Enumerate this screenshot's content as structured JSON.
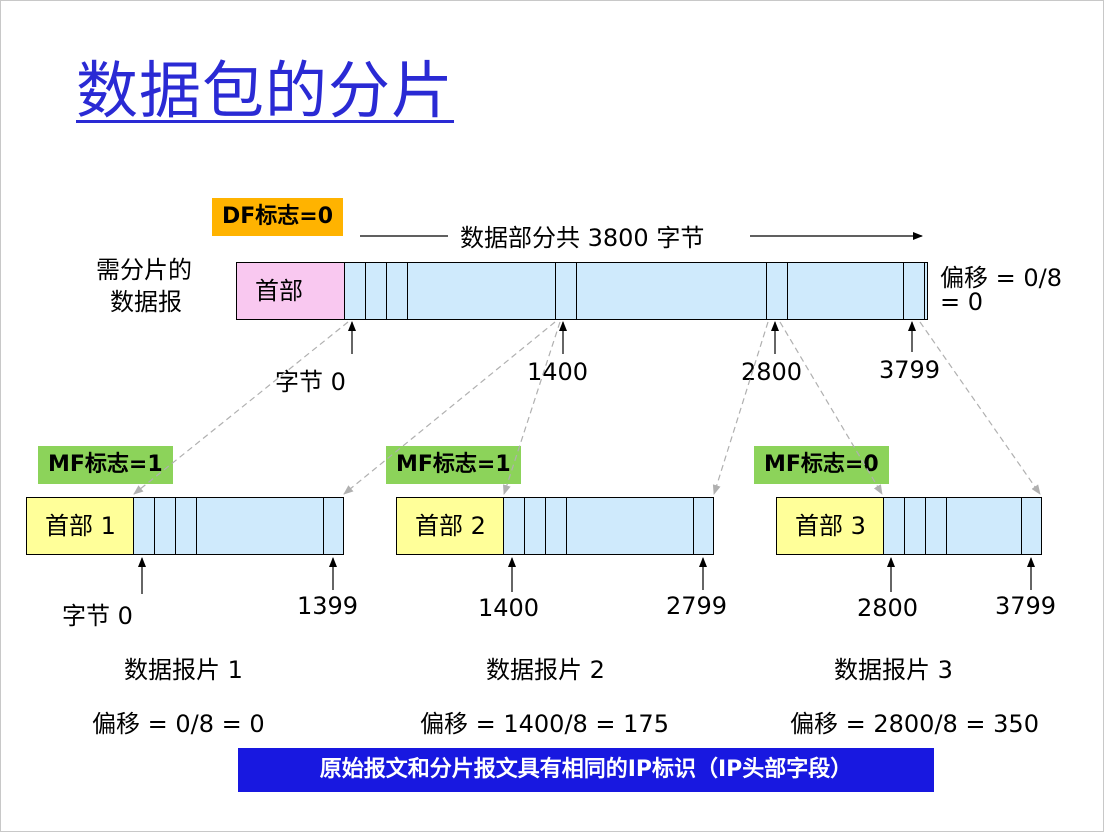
{
  "title": "数据包的分片",
  "df_tag": "DF标志=0",
  "total_label": "数据部分共 3800 字节",
  "original": {
    "side_label_1": "需分片的",
    "side_label_2": "数据报",
    "header": "首部",
    "offset_1": "偏移 = 0/8",
    "offset_2": "= 0",
    "ticks": [
      "字节 0",
      "1400",
      "2800",
      "3799"
    ]
  },
  "fragments": [
    {
      "mf": "MF标志=1",
      "header": "首部 1",
      "start": "字节 0",
      "end": "1399",
      "name": "数据报片 1",
      "offset": "偏移 = 0/8 = 0"
    },
    {
      "mf": "MF标志=1",
      "header": "首部 2",
      "start": "1400",
      "end": "2799",
      "name": "数据报片 2",
      "offset": "偏移 = 1400/8 = 175"
    },
    {
      "mf": "MF标志=0",
      "header": "首部 3",
      "start": "2800",
      "end": "3799",
      "name": "数据报片 3",
      "offset": "偏移 = 2800/8 = 350"
    }
  ],
  "footer": "原始报文和分片报文具有相同的IP标识（IP头部字段）",
  "colors": {
    "title": "#2a2ad4",
    "data_fill": "#cfeafc",
    "original_header": "#f9c8f0",
    "fragment_header": "#ffff99",
    "df_tag": "#ffb300",
    "mf_tag": "#8cd35a",
    "footer_bg": "#1818e0"
  }
}
